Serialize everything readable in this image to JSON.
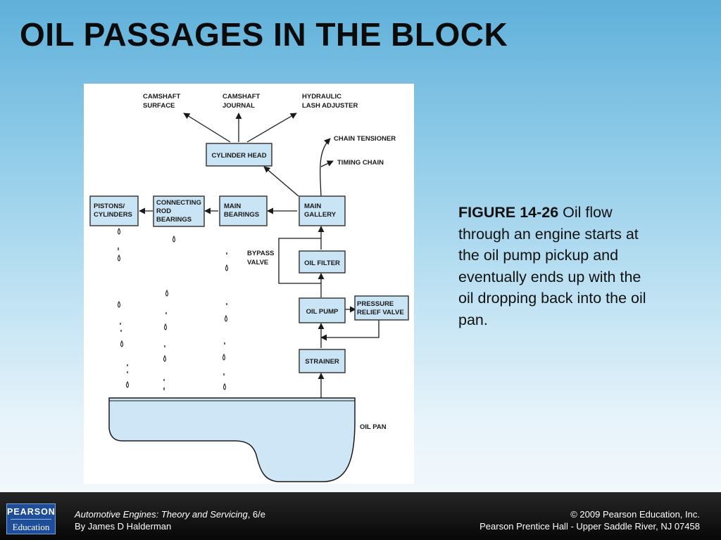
{
  "title": "OIL PASSAGES IN THE BLOCK",
  "diagram": {
    "top_labels": {
      "camshaft_surface": [
        "CAMSHAFT",
        "SURFACE"
      ],
      "camshaft_journal": [
        "CAMSHAFT",
        "JOURNAL"
      ],
      "hydraulic_lash_adjuster": [
        "HYDRAULIC",
        "LASH ADJUSTER"
      ]
    },
    "chain_tensioner": "CHAIN TENSIONER",
    "timing_chain": "TIMING CHAIN",
    "boxes": {
      "cylinder_head": [
        "CYLINDER HEAD"
      ],
      "pistons_cylinders": [
        "PISTONS/",
        "CYLINDERS"
      ],
      "connecting_rod_bearings": [
        "CONNECTING",
        "ROD",
        "BEARINGS"
      ],
      "main_bearings": [
        "MAIN",
        "BEARINGS"
      ],
      "main_gallery": [
        "MAIN",
        "GALLERY"
      ],
      "oil_filter": [
        "OIL FILTER"
      ],
      "oil_pump": [
        "OIL PUMP"
      ],
      "pressure_relief_valve": [
        "PRESSURE",
        "RELIEF VALVE"
      ],
      "strainer": [
        "STRAINER"
      ]
    },
    "bypass_valve": [
      "BYPASS",
      "VALVE"
    ],
    "oil_pan": "OIL PAN",
    "box_fill": "#c9e4f4",
    "pan_fill": "#cfe6f6"
  },
  "caption": {
    "figure_label": "FIGURE 14-26",
    "text": " Oil flow through an engine starts at the oil pump pickup and eventually ends up with the oil dropping back into the oil pan."
  },
  "footer": {
    "logo_top": "PEARSON",
    "logo_bottom": "Education",
    "book_title": "Automotive Engines: Theory and Servicing",
    "edition": ", 6/e",
    "author": "By James D Halderman",
    "copyright": "© 2009 Pearson Education, Inc.",
    "publisher": "Pearson Prentice Hall - Upper Saddle River, NJ 07458"
  }
}
